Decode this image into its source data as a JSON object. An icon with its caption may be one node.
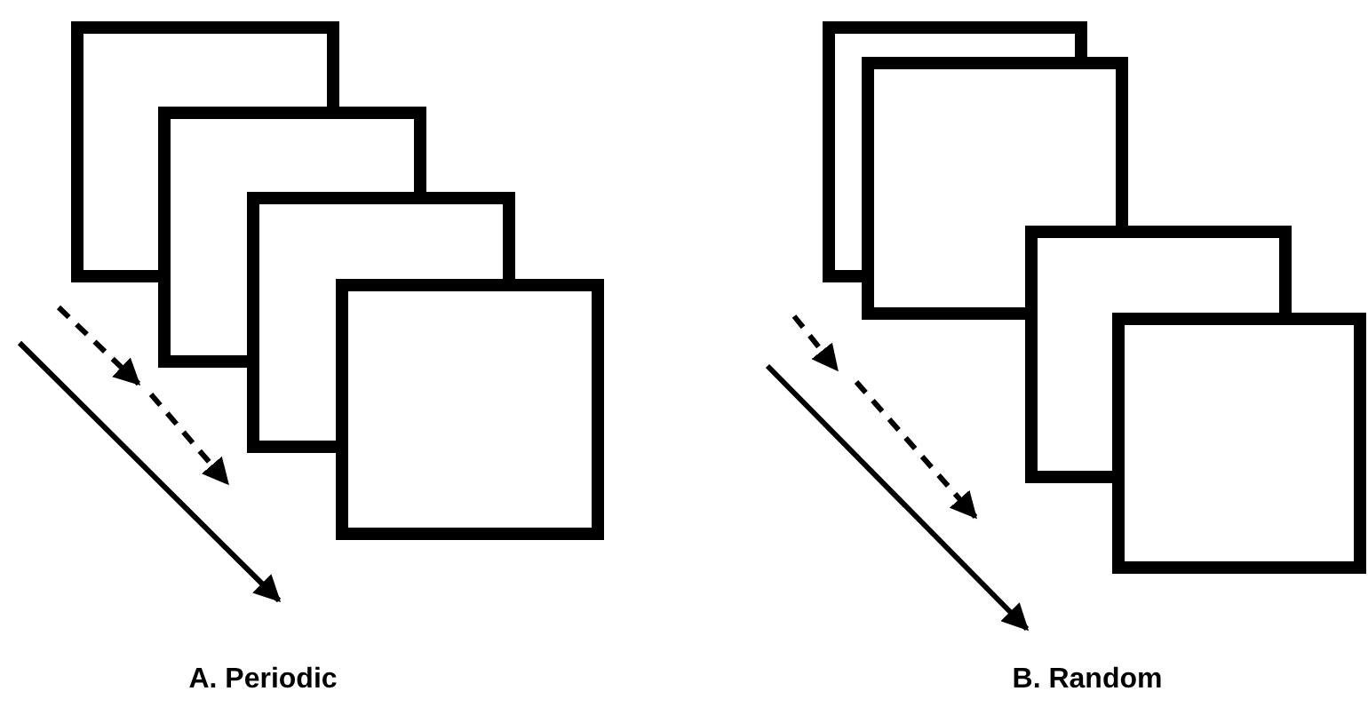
{
  "diagram": {
    "nodes": [
      {
        "text": [],
        "shape": "box"
      },
      {
        "text": [],
        "shape": "box"
      },
      {
        "text": [],
        "shape": "box"
      },
      {
        "text": [],
        "shape": "box"
      },
      {
        "text": [],
        "shape": "box"
      },
      {
        "text": [],
        "shape": "box"
      },
      {
        "text": [],
        "shape": "box"
      },
      {
        "text": [],
        "shape": "box"
      }
    ],
    "labels": [
      "A. Periodic",
      "B. Random"
    ]
  }
}
